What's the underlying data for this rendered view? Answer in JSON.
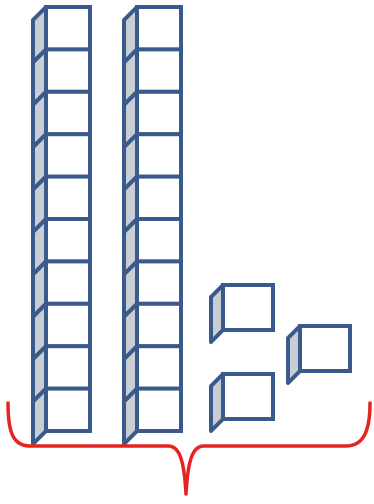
{
  "figure": {
    "ten_rods": [
      {
        "units": 10
      },
      {
        "units": 10
      }
    ],
    "unit_cubes": [
      {
        "kind": "single-cube"
      },
      {
        "kind": "single-cube"
      },
      {
        "kind": "single-cube"
      }
    ],
    "total_blocks": 23,
    "colors": {
      "outline": "#3A5A8C",
      "face": "#FFFFFF",
      "side": "#C9CDD4",
      "brace": "#E52421"
    }
  }
}
